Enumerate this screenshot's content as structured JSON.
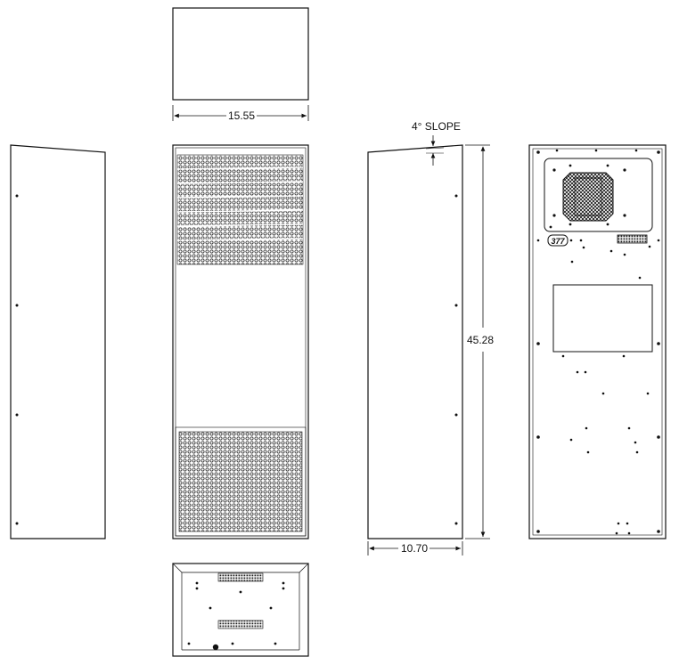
{
  "dimensions": {
    "width_label": "15.55",
    "height_label": "45.28",
    "depth_label": "10.70",
    "slope_label": "4° SLOPE"
  },
  "badge_label": "377",
  "colors": {
    "line": "#111111",
    "grille": "#333333",
    "panel_fill": "#ffffff"
  }
}
